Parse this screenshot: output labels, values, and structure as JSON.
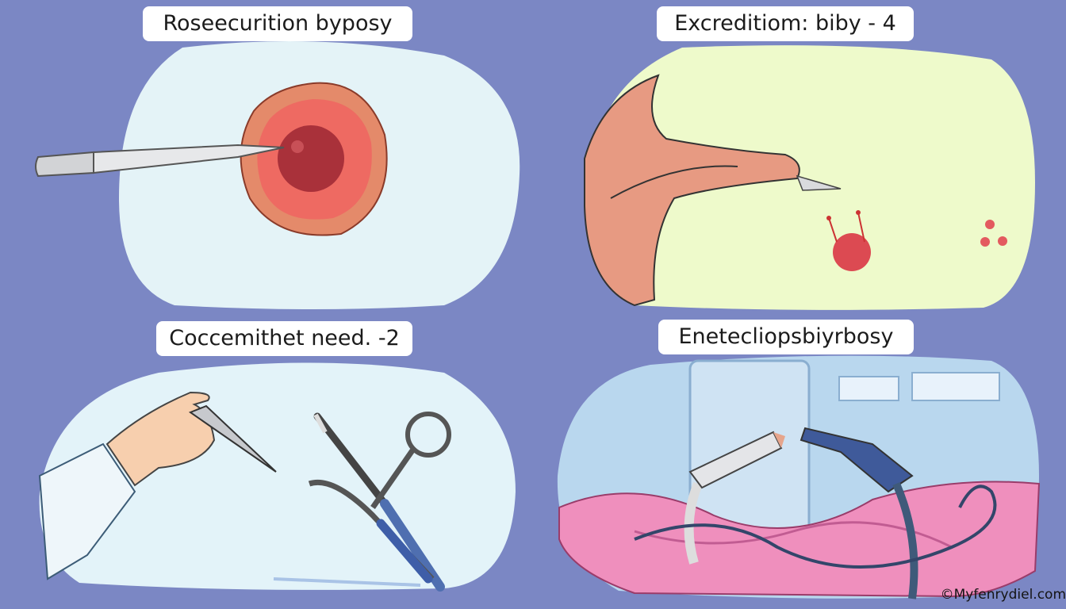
{
  "panels": [
    {
      "title": "Roseecurition byposy"
    },
    {
      "title": "Excreditiom:  biby - 4"
    },
    {
      "title": "Coccemithet need. -2"
    },
    {
      "title": "Enetecliopsbiyrbosy"
    }
  ],
  "watermark": "©Myfenrydiel.com",
  "colors": {
    "background": "#7b87c4",
    "panel_1": "#e4f3f7",
    "panel_2": "#eefacb",
    "panel_3": "#e3f3f9",
    "panel_4": "#b9d7ee",
    "tissue": "#e7687a"
  }
}
